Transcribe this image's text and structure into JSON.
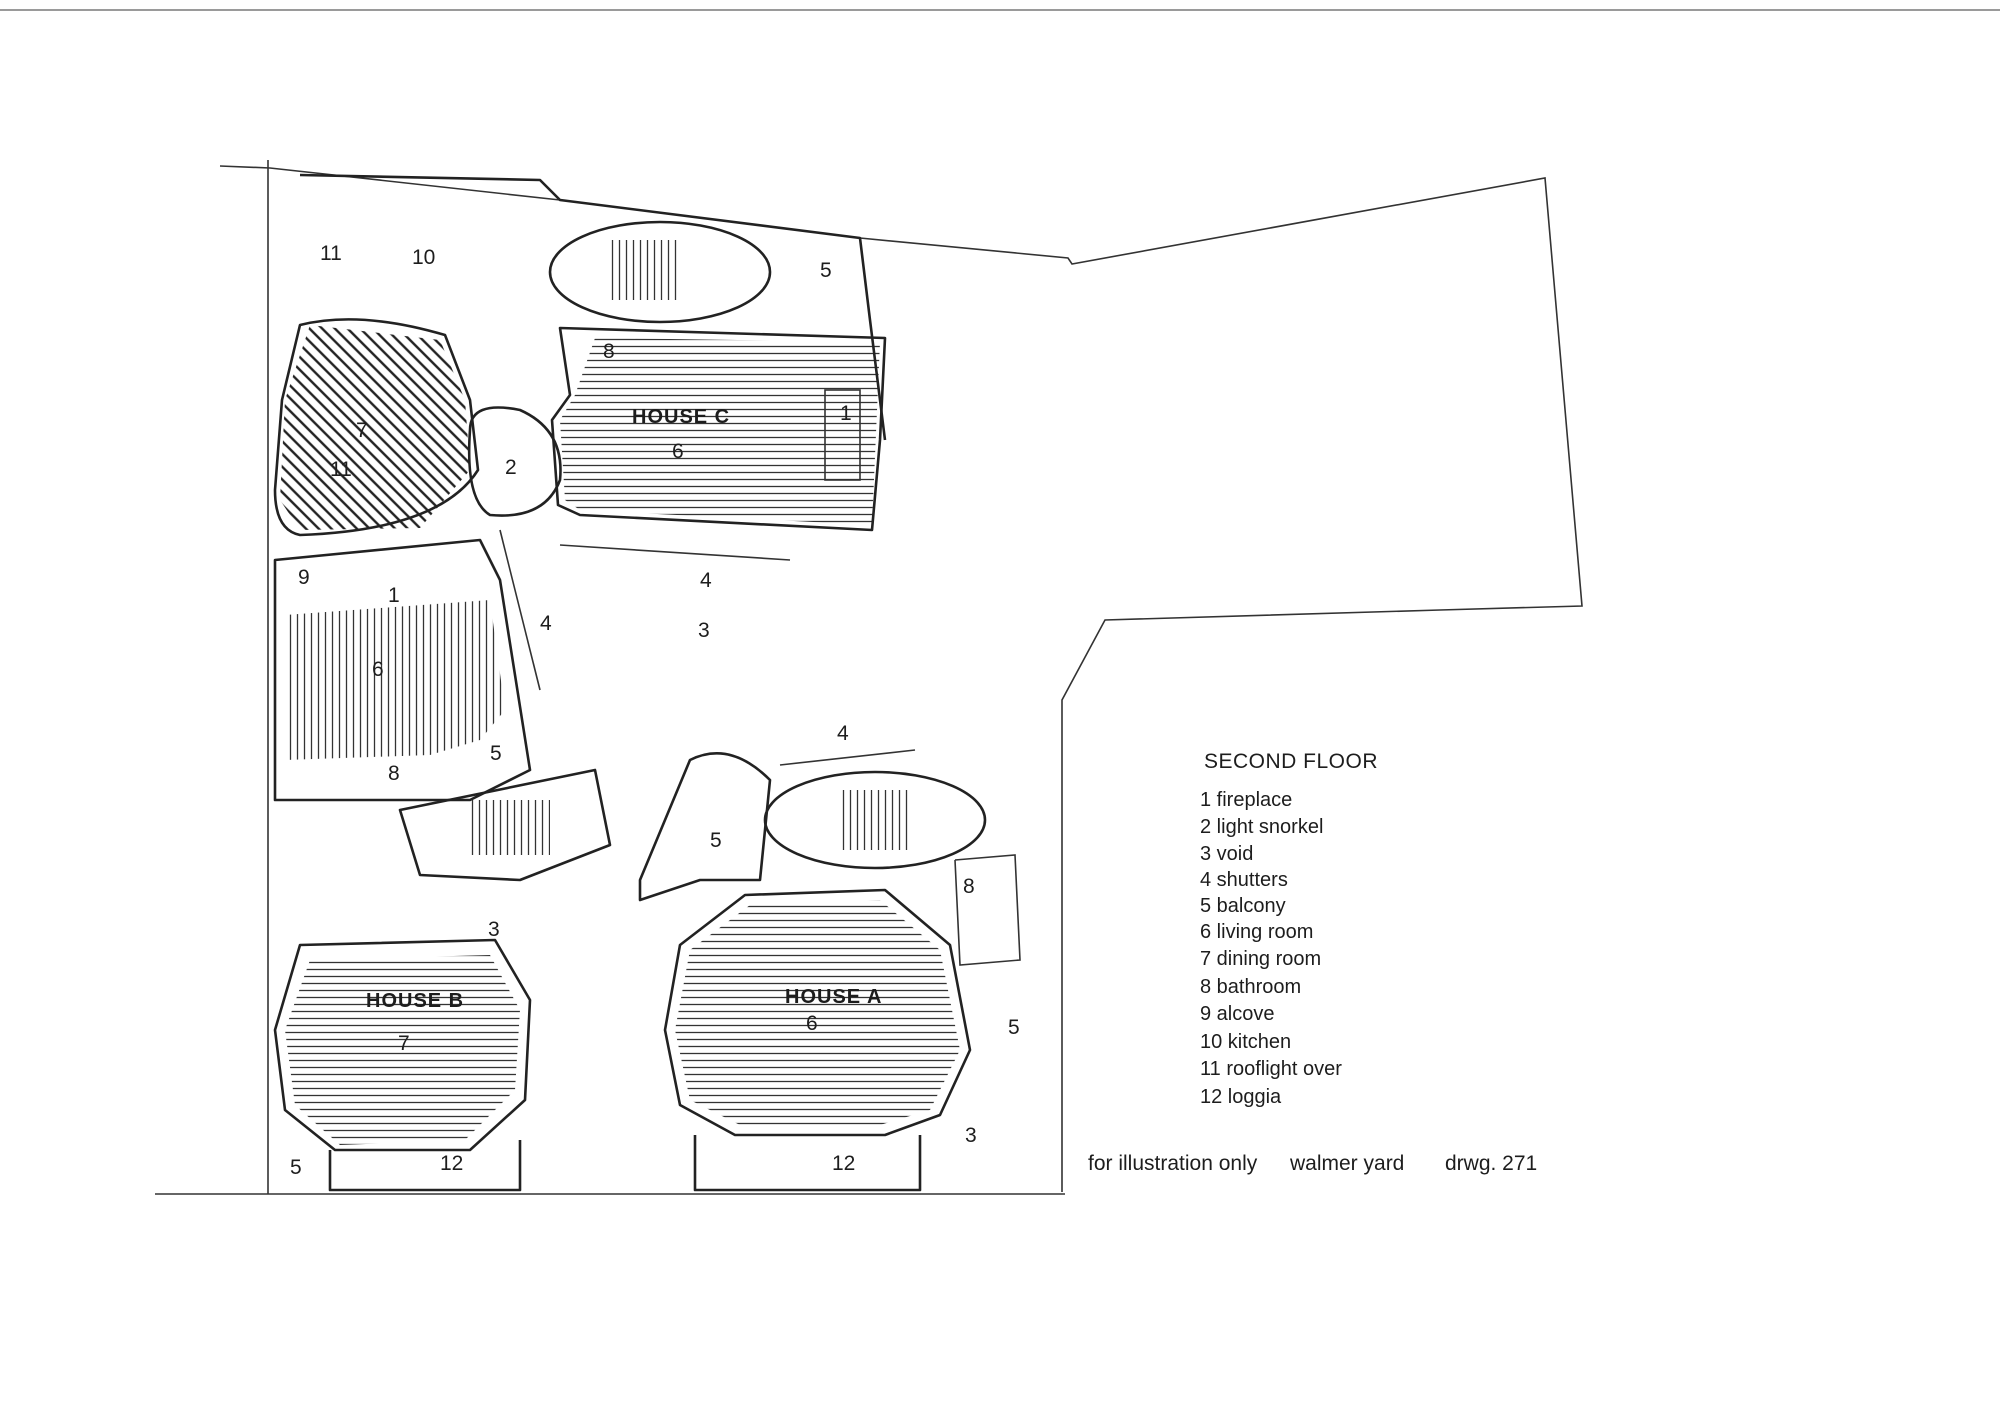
{
  "drawing": {
    "houses": [
      {
        "id": "house-c",
        "label": "HOUSE C",
        "room": "6"
      },
      {
        "id": "house-b",
        "label": "HOUSE B",
        "room": "7"
      },
      {
        "id": "house-a",
        "label": "HOUSE A",
        "room": "6"
      }
    ],
    "room_numbers": [
      "11",
      "10",
      "5",
      "7",
      "11",
      "1",
      "2",
      "8",
      "4",
      "3",
      "9",
      "1",
      "6",
      "4",
      "8",
      "5",
      "4",
      "5",
      "3",
      "8",
      "5",
      "3",
      "5",
      "12",
      "12"
    ]
  },
  "legend": {
    "title": "SECOND FLOOR",
    "items": [
      "1 fireplace",
      "2 light snorkel",
      "3 void",
      "4 shutters",
      "5 balcony",
      "6 living room",
      "7 dining room",
      "8 bathroom",
      "9 alcove",
      "10 kitchen",
      "11 rooflight over",
      "12 loggia"
    ]
  },
  "caption": {
    "note": "for illustration only",
    "project": "walmer yard",
    "drawing_number": "drwg. 271"
  }
}
